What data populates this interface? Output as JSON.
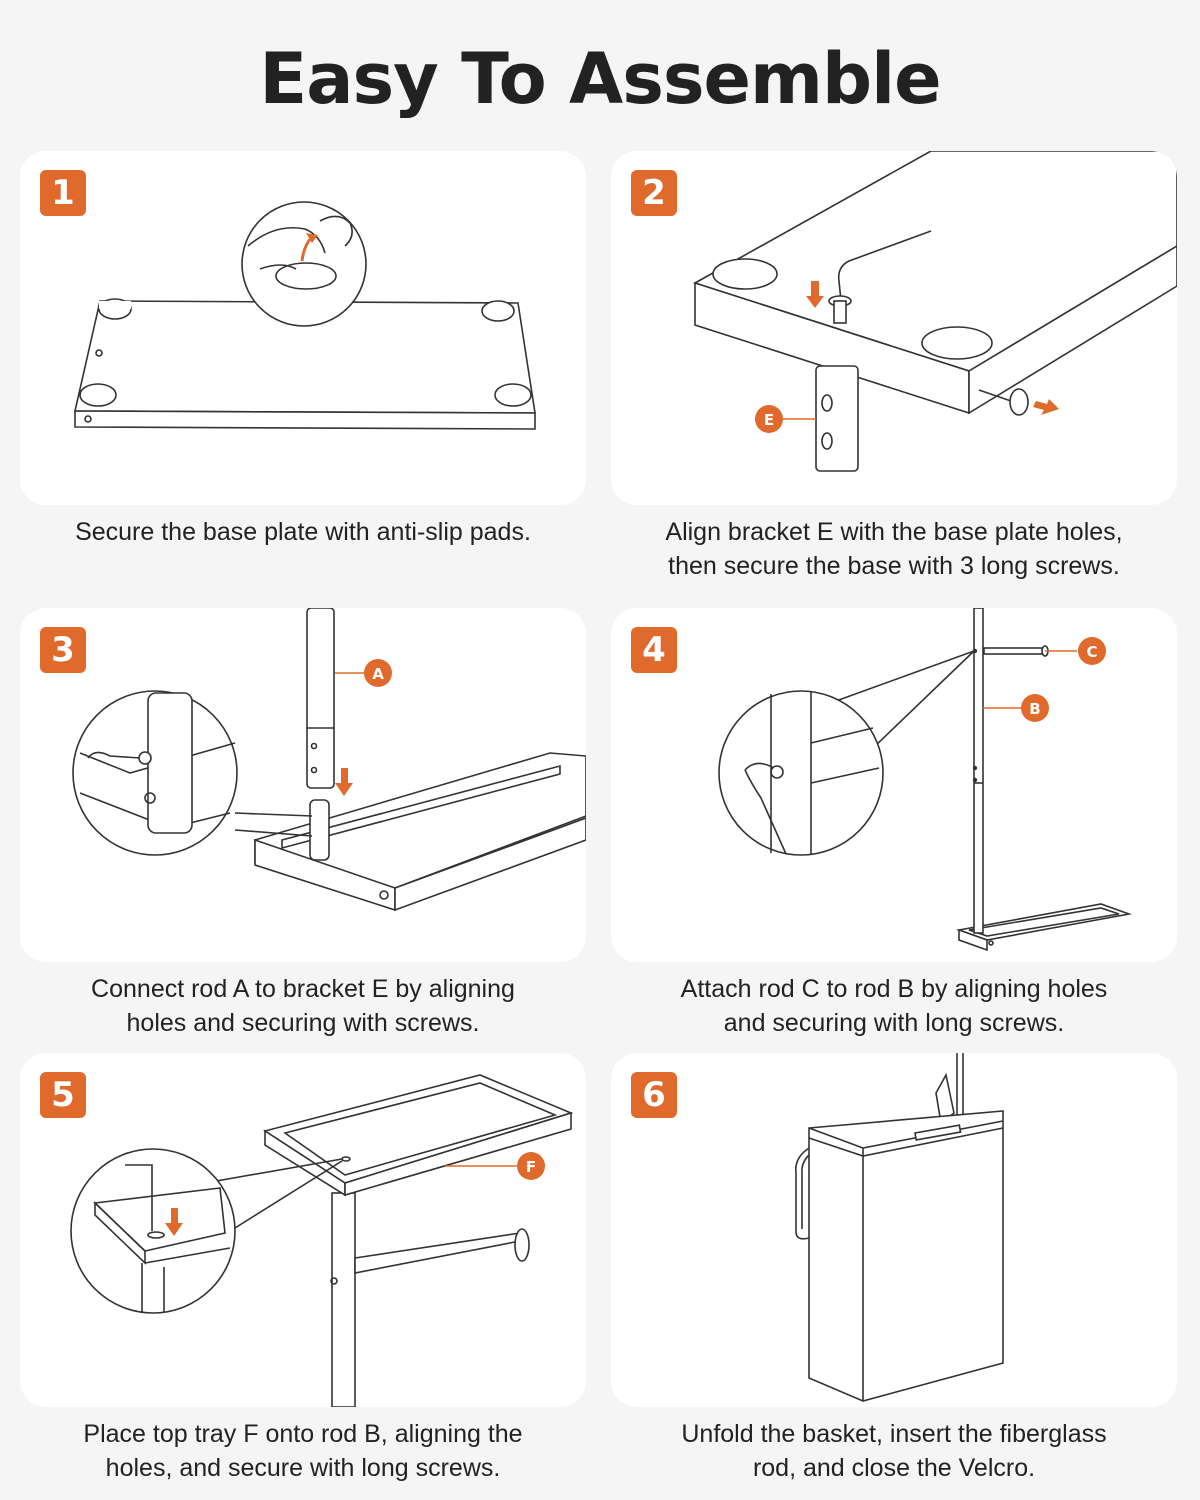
{
  "title": "Easy To Assemble",
  "steps": [
    {
      "number": "1",
      "caption_lines": [
        "Secure the base plate with anti-slip pads."
      ],
      "labels": []
    },
    {
      "number": "2",
      "caption_lines": [
        "Align bracket E with the base plate holes,",
        "then secure the base with 3 long screws."
      ],
      "labels": [
        "E"
      ]
    },
    {
      "number": "3",
      "caption_lines": [
        "Connect rod A to bracket E by aligning",
        "holes and securing with screws."
      ],
      "labels": [
        "A"
      ]
    },
    {
      "number": "4",
      "caption_lines": [
        "Attach rod C to rod B by aligning holes",
        "and securing with long screws."
      ],
      "labels": [
        "C",
        "B"
      ]
    },
    {
      "number": "5",
      "caption_lines": [
        "Place top tray F onto rod B, aligning the",
        "holes, and secure with long screws."
      ],
      "labels": [
        "F"
      ]
    },
    {
      "number": "6",
      "caption_lines": [
        "Unfold the basket, insert the fiberglass",
        "rod, and close the Velcro."
      ],
      "labels": []
    }
  ],
  "colors": {
    "accent": "#e06a2c",
    "background": "#f4f5f4",
    "card": "#ffffff",
    "text": "#222222"
  }
}
